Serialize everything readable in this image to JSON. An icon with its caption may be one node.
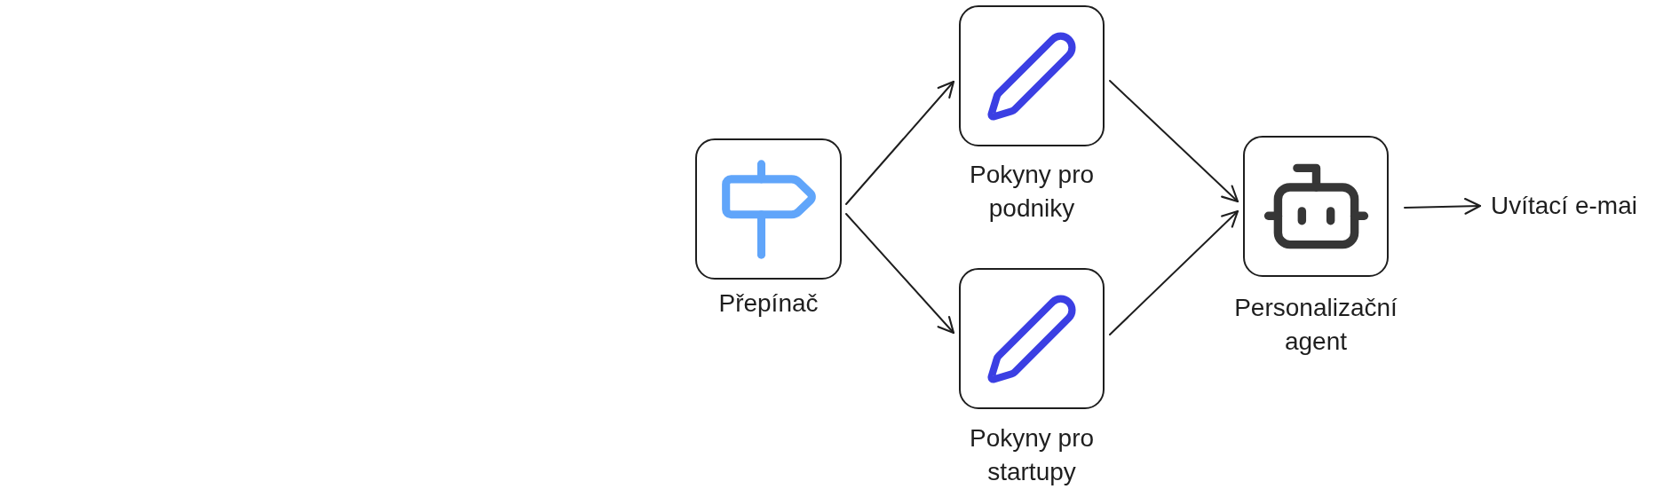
{
  "diagram": {
    "nodes": [
      {
        "text": [
          "Přepínač"
        ]
      },
      {
        "text": [
          "Pokyny pro podniky"
        ]
      },
      {
        "text": [
          "Pokyny pro startupy"
        ]
      },
      {
        "text": [
          "Personalizační agent"
        ]
      },
      {
        "text": [
          "Uvítací e-mai"
        ]
      }
    ],
    "edges": [
      {
        "from": 0,
        "to": 1,
        "arrow": "to"
      },
      {
        "from": 0,
        "to": 2,
        "arrow": "to"
      },
      {
        "from": 1,
        "to": 3,
        "arrow": "to"
      },
      {
        "from": 2,
        "to": 3,
        "arrow": "to"
      },
      {
        "from": 3,
        "to": 4,
        "arrow": "to"
      }
    ]
  }
}
